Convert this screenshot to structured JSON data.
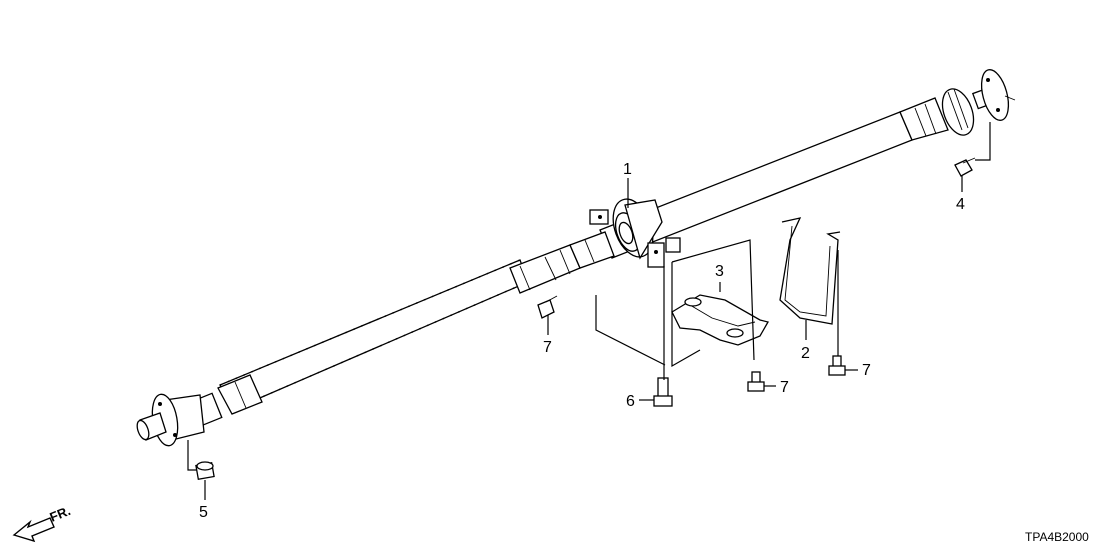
{
  "diagram": {
    "callouts": [
      {
        "id": "label-1",
        "text": "1"
      },
      {
        "id": "label-2",
        "text": "2"
      },
      {
        "id": "label-3",
        "text": "3"
      },
      {
        "id": "label-4",
        "text": "4"
      },
      {
        "id": "label-5",
        "text": "5"
      },
      {
        "id": "label-6",
        "text": "6"
      },
      {
        "id": "label-7a",
        "text": "7"
      },
      {
        "id": "label-7b",
        "text": "7"
      },
      {
        "id": "label-7c",
        "text": "7"
      }
    ],
    "direction_label": "FR.",
    "diagram_code": "TPA4B2000"
  }
}
